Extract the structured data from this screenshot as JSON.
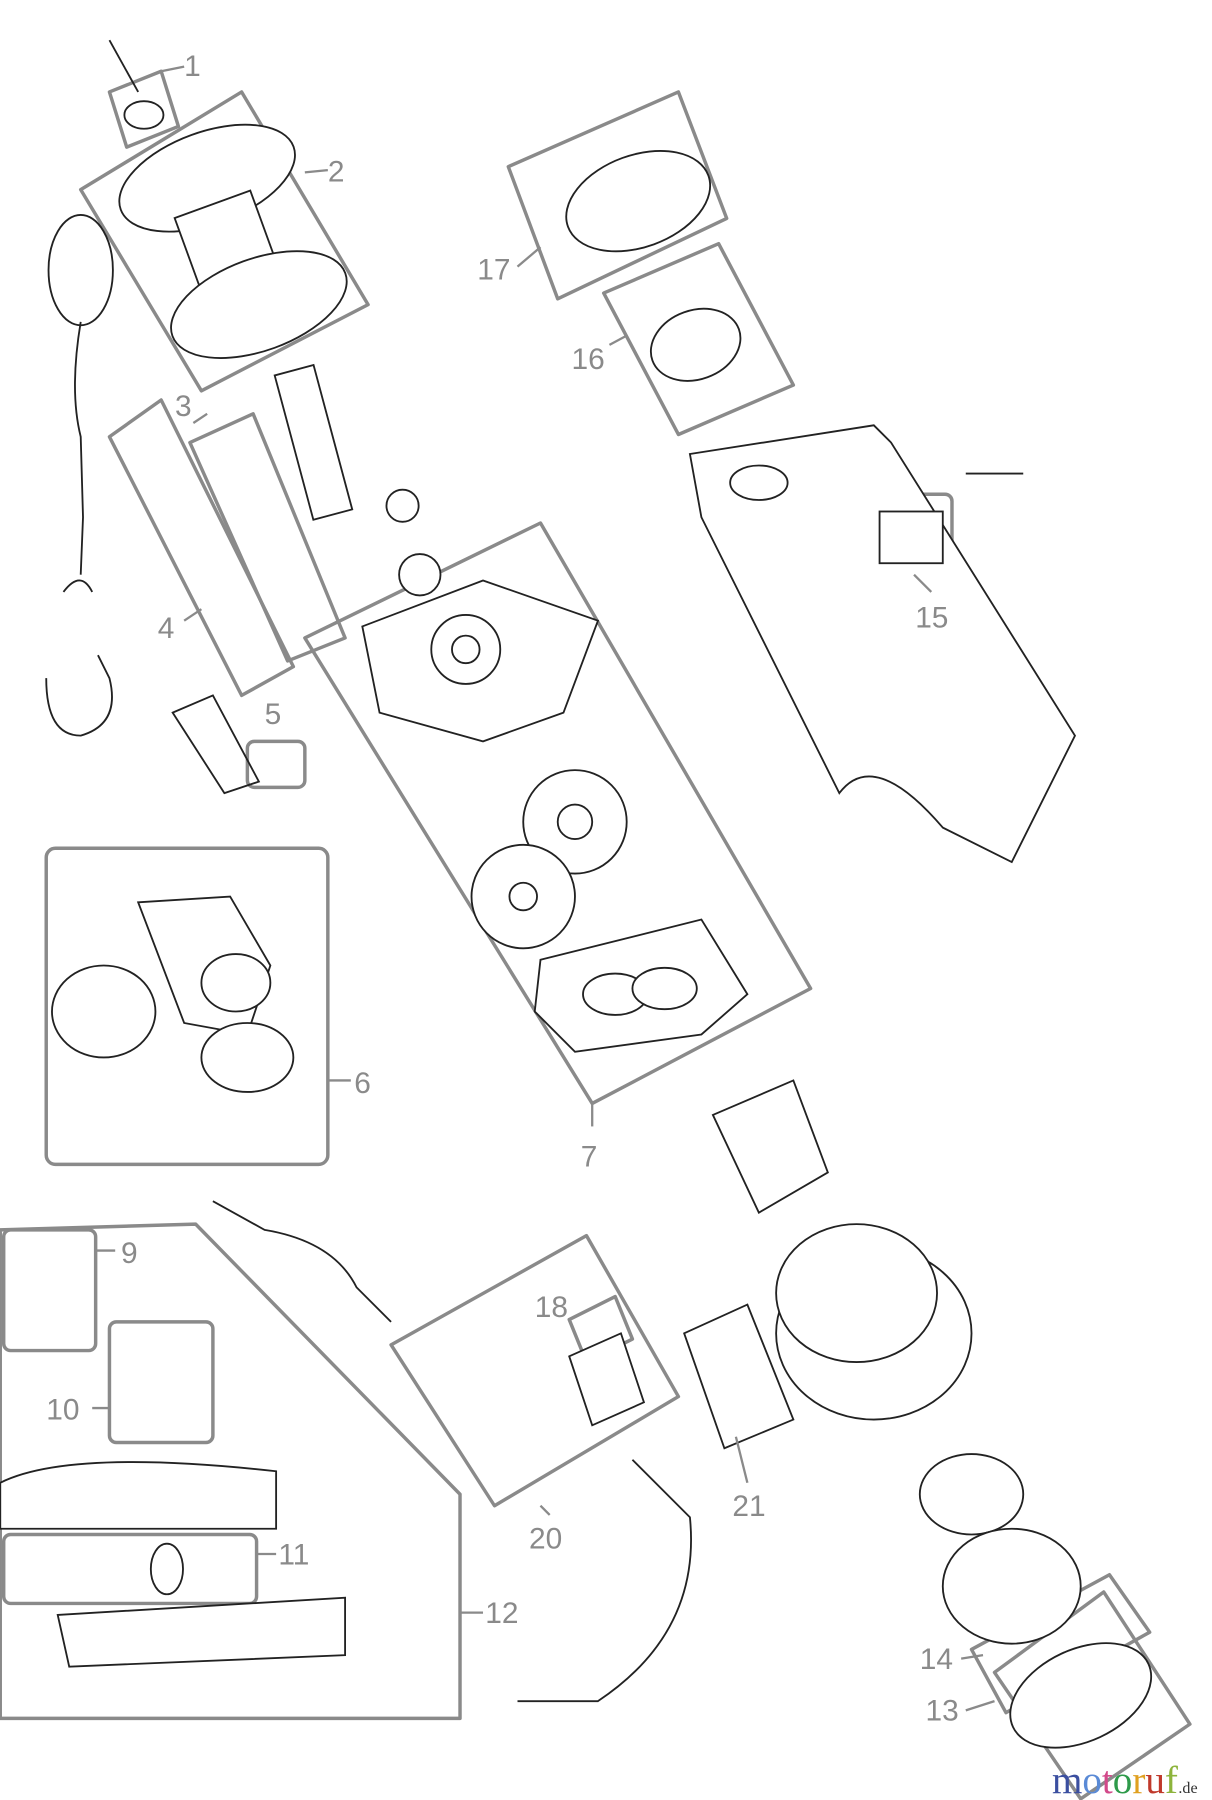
{
  "diagram": {
    "type": "exploded parts diagram",
    "callouts": [
      "1",
      "2",
      "3",
      "4",
      "5",
      "6",
      "7",
      "9",
      "10",
      "11",
      "12",
      "13",
      "14",
      "15",
      "16",
      "17",
      "18",
      "20",
      "21"
    ],
    "watermark": {
      "text": "motoruf",
      "suffix": ".de",
      "colors": [
        "#3b4fa0",
        "#5a8ad6",
        "#d24a8a",
        "#2e9a4a",
        "#e0a020",
        "#c0392b",
        "#8db43c"
      ]
    },
    "frame_color": "#8a8a8a",
    "line_color": "#222222"
  }
}
